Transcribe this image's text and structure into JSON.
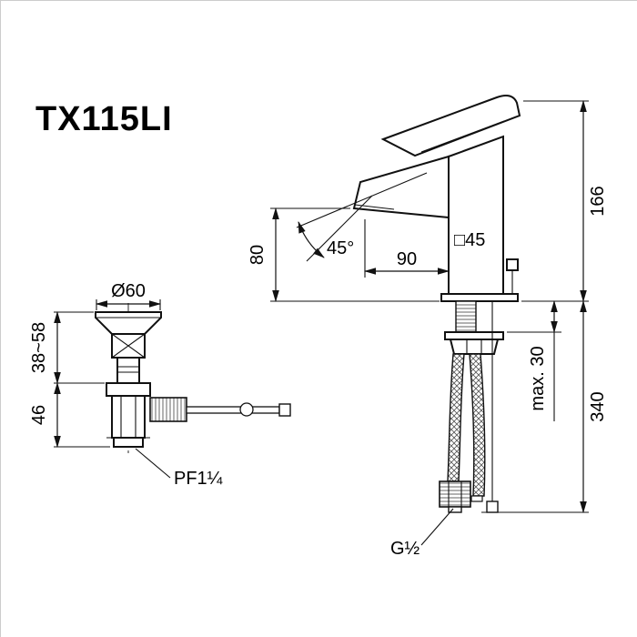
{
  "page": {
    "background": "#ffffff",
    "line_color": "#111111",
    "border_color": "#cccccc"
  },
  "title": "TX115LI",
  "dimensions": {
    "height_above_deck": "166",
    "length_below_deck": "340",
    "spout_outlet_height": "80",
    "spout_reach": "90",
    "outlet_angle": "45°",
    "body_section": "□45",
    "max_deck_thickness": "max. 30",
    "popup_flange_diameter": "Ø60",
    "popup_adjust_range": "38~58",
    "popup_lower_height": "46"
  },
  "labels": {
    "drain_thread": "PF1¼",
    "supply_thread": "G½"
  }
}
